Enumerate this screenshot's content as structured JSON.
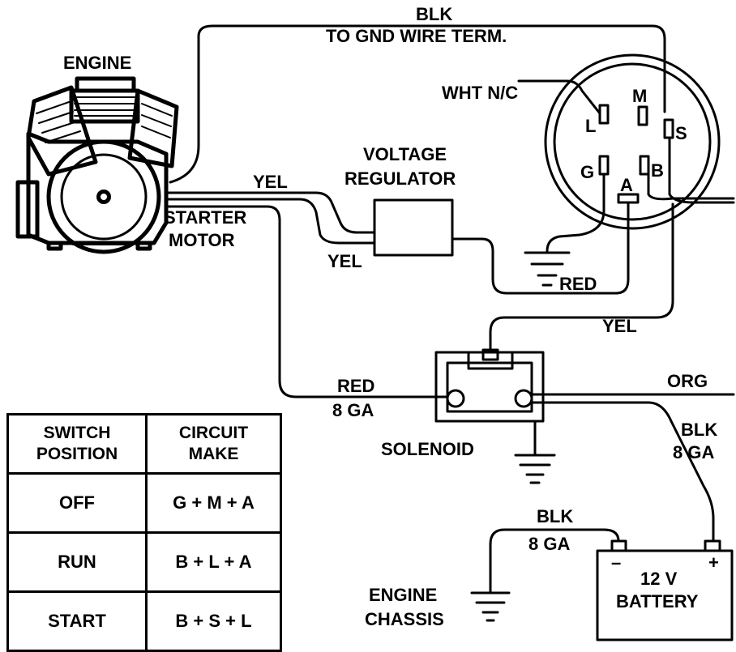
{
  "engine": {
    "engine_label": "ENGINE",
    "starter_label_1": "STARTER",
    "starter_label_2": "MOTOR"
  },
  "wires": {
    "blk_top": "BLK",
    "to_gnd": "TO GND WIRE TERM.",
    "wht_nc": "WHT N/C",
    "yel_upper": "YEL",
    "yel_lower": "YEL",
    "red_reg": "RED",
    "yel_switch": "YEL",
    "red_8ga_1": "RED",
    "red_8ga_2": "8 GA",
    "org": "ORG",
    "blk_8ga_right_1": "BLK",
    "blk_8ga_right_2": "8 GA",
    "blk_8ga_bottom_1": "BLK",
    "blk_8ga_bottom_2": "8 GA"
  },
  "regulator": {
    "line1": "VOLTAGE",
    "line2": "REGULATOR"
  },
  "ignition_switch": {
    "terminals": [
      "M",
      "L",
      "S",
      "G",
      "B",
      "A"
    ]
  },
  "solenoid": {
    "label": "SOLENOID"
  },
  "battery": {
    "minus": "–",
    "plus": "+",
    "line1": "12 V",
    "line2": "BATTERY"
  },
  "chassis": {
    "line1": "ENGINE",
    "line2": "CHASSIS"
  },
  "switch_table": {
    "header_col1_line1": "SWITCH",
    "header_col1_line2": "POSITION",
    "header_col2_line1": "CIRCUIT",
    "header_col2_line2": "MAKE",
    "rows": [
      {
        "position": "OFF",
        "make": "G + M + A"
      },
      {
        "position": "RUN",
        "make": "B + L + A"
      },
      {
        "position": "START",
        "make": "B + S + L"
      }
    ]
  }
}
